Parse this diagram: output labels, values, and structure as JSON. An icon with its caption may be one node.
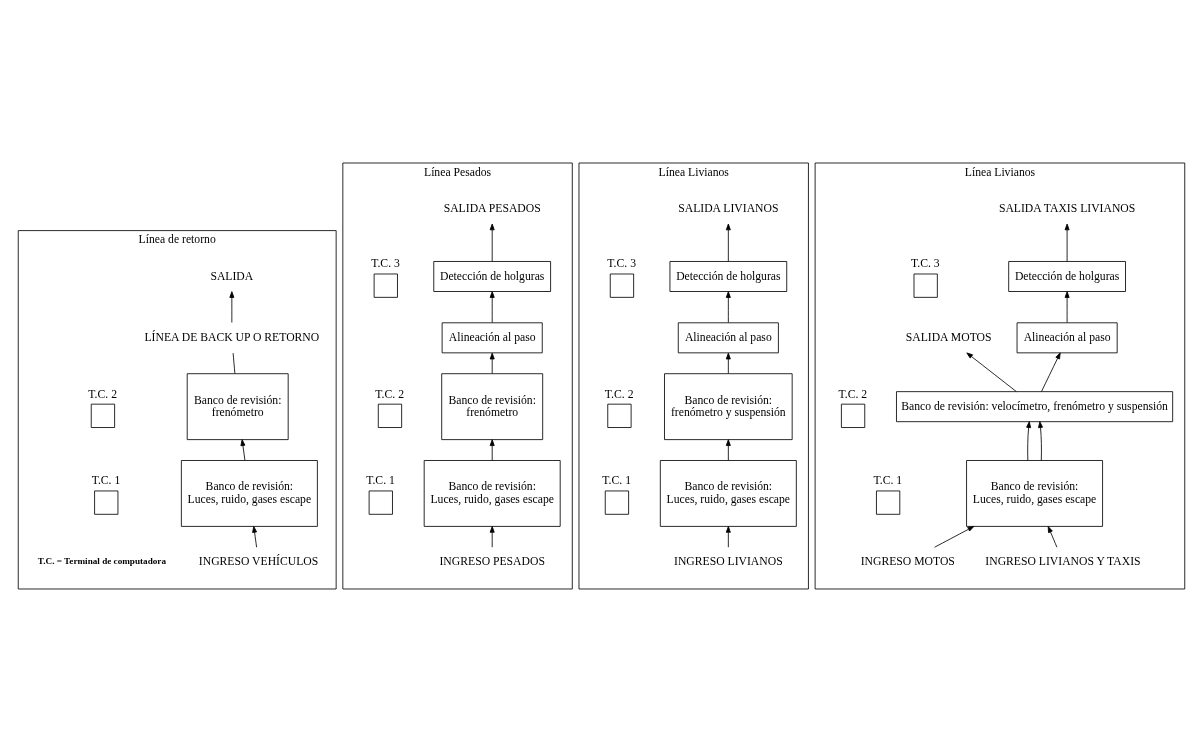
{
  "diagram": {
    "nodes": [
      {
        "text": [
          "Línea de retorno"
        ]
      },
      {
        "text": [
          "SALIDA"
        ],
        "in": 0
      },
      {
        "text": [
          "LÍNEA DE BACK UP O RETORNO"
        ],
        "in": 0
      },
      {
        "text": [
          "Banco de revisión:",
          "frenómetro"
        ],
        "in": 0
      },
      {
        "text": [
          "Banco de revisión:",
          "Luces, ruido, gases escape"
        ],
        "in": 0
      },
      {
        "text": [
          "INGRESO VEHÍCULOS"
        ],
        "in": 0
      },
      {
        "text": [
          "T.C. 2"
        ],
        "in": 0
      },
      {
        "text": [
          "T.C. 1"
        ],
        "in": 0
      },
      {
        "text": [
          "Línea Pesados"
        ]
      },
      {
        "text": [
          "SALIDA PESADOS"
        ],
        "in": 8
      },
      {
        "text": [
          "Detección de holguras"
        ],
        "in": 8
      },
      {
        "text": [
          "Alineación al paso"
        ],
        "in": 8
      },
      {
        "text": [
          "Banco de revisión:",
          "frenómetro"
        ],
        "in": 8
      },
      {
        "text": [
          "Banco de revisión:",
          "Luces, ruido, gases escape"
        ],
        "in": 8
      },
      {
        "text": [
          "INGRESO PESADOS"
        ],
        "in": 8
      },
      {
        "text": [
          "T.C. 3"
        ],
        "in": 8
      },
      {
        "text": [
          "T.C. 2"
        ],
        "in": 8
      },
      {
        "text": [
          "T.C. 1"
        ],
        "in": 8
      },
      {
        "text": [
          "Línea Livianos"
        ]
      },
      {
        "text": [
          "SALIDA LIVIANOS"
        ],
        "in": 18
      },
      {
        "text": [
          "Detección de holguras"
        ],
        "in": 18
      },
      {
        "text": [
          "Alineación al paso"
        ],
        "in": 18
      },
      {
        "text": [
          "Banco de revisión:",
          "frenómetro y suspensión"
        ],
        "in": 18
      },
      {
        "text": [
          "Banco de revisión:",
          "Luces, ruido, gases escape"
        ],
        "in": 18
      },
      {
        "text": [
          "INGRESO LIVIANOS"
        ],
        "in": 18
      },
      {
        "text": [
          "T.C. 3"
        ],
        "in": 18
      },
      {
        "text": [
          "T.C. 2"
        ],
        "in": 18
      },
      {
        "text": [
          "T.C. 1"
        ],
        "in": 18
      },
      {
        "text": [
          "Línea Livianos"
        ]
      },
      {
        "text": [
          "SALIDA TAXIS LIVIANOS"
        ],
        "in": 28
      },
      {
        "text": [
          "SALIDA MOTOS"
        ],
        "in": 28
      },
      {
        "text": [
          "Detección de holguras"
        ],
        "in": 28
      },
      {
        "text": [
          "Alineación al paso"
        ],
        "in": 28
      },
      {
        "text": [
          "Banco de revisión: velocímetro, frenómetro y suspensión"
        ],
        "in": 28
      },
      {
        "text": [
          "Banco de revisión:",
          "Luces, ruido, gases escape"
        ],
        "in": 28
      },
      {
        "text": [
          "INGRESO LIVIANOS Y TAXIS"
        ],
        "in": 28
      },
      {
        "text": [
          "INGRESO MOTOS"
        ],
        "in": 28
      },
      {
        "text": [
          "T.C. 3"
        ],
        "in": 28
      },
      {
        "text": [
          "T.C. 2"
        ],
        "in": 28
      },
      {
        "text": [
          "T.C. 1"
        ],
        "in": 28
      }
    ],
    "edges": [
      {
        "from": 5,
        "to": 4,
        "arrow": "to"
      },
      {
        "from": 4,
        "to": 3,
        "arrow": "to"
      },
      {
        "from": 3,
        "to": 2,
        "arrow": "none"
      },
      {
        "from": 2,
        "to": 1,
        "arrow": "to"
      },
      {
        "from": 14,
        "to": 13,
        "arrow": "to"
      },
      {
        "from": 13,
        "to": 12,
        "arrow": "to"
      },
      {
        "from": 12,
        "to": 11,
        "arrow": "to"
      },
      {
        "from": 11,
        "to": 10,
        "arrow": "to"
      },
      {
        "from": 10,
        "to": 9,
        "arrow": "to"
      },
      {
        "from": 24,
        "to": 23,
        "arrow": "to"
      },
      {
        "from": 23,
        "to": 22,
        "arrow": "to"
      },
      {
        "from": 22,
        "to": 21,
        "arrow": "to"
      },
      {
        "from": 21,
        "to": 20,
        "arrow": "to"
      },
      {
        "from": 20,
        "to": 19,
        "arrow": "to"
      },
      {
        "from": 35,
        "to": 34,
        "arrow": "to"
      },
      {
        "from": 36,
        "to": 34,
        "arrow": "to"
      },
      {
        "from": 34,
        "to": 33,
        "arrow": "to"
      },
      {
        "from": 34,
        "to": 33,
        "arrow": "to"
      },
      {
        "from": 33,
        "to": 32,
        "arrow": "to"
      },
      {
        "from": 32,
        "to": 31,
        "arrow": "to"
      },
      {
        "from": 31,
        "to": 29,
        "arrow": "to"
      },
      {
        "from": 33,
        "to": 30,
        "arrow": "to"
      }
    ],
    "labels": [
      "T.C. = Terminal de computadora"
    ]
  }
}
